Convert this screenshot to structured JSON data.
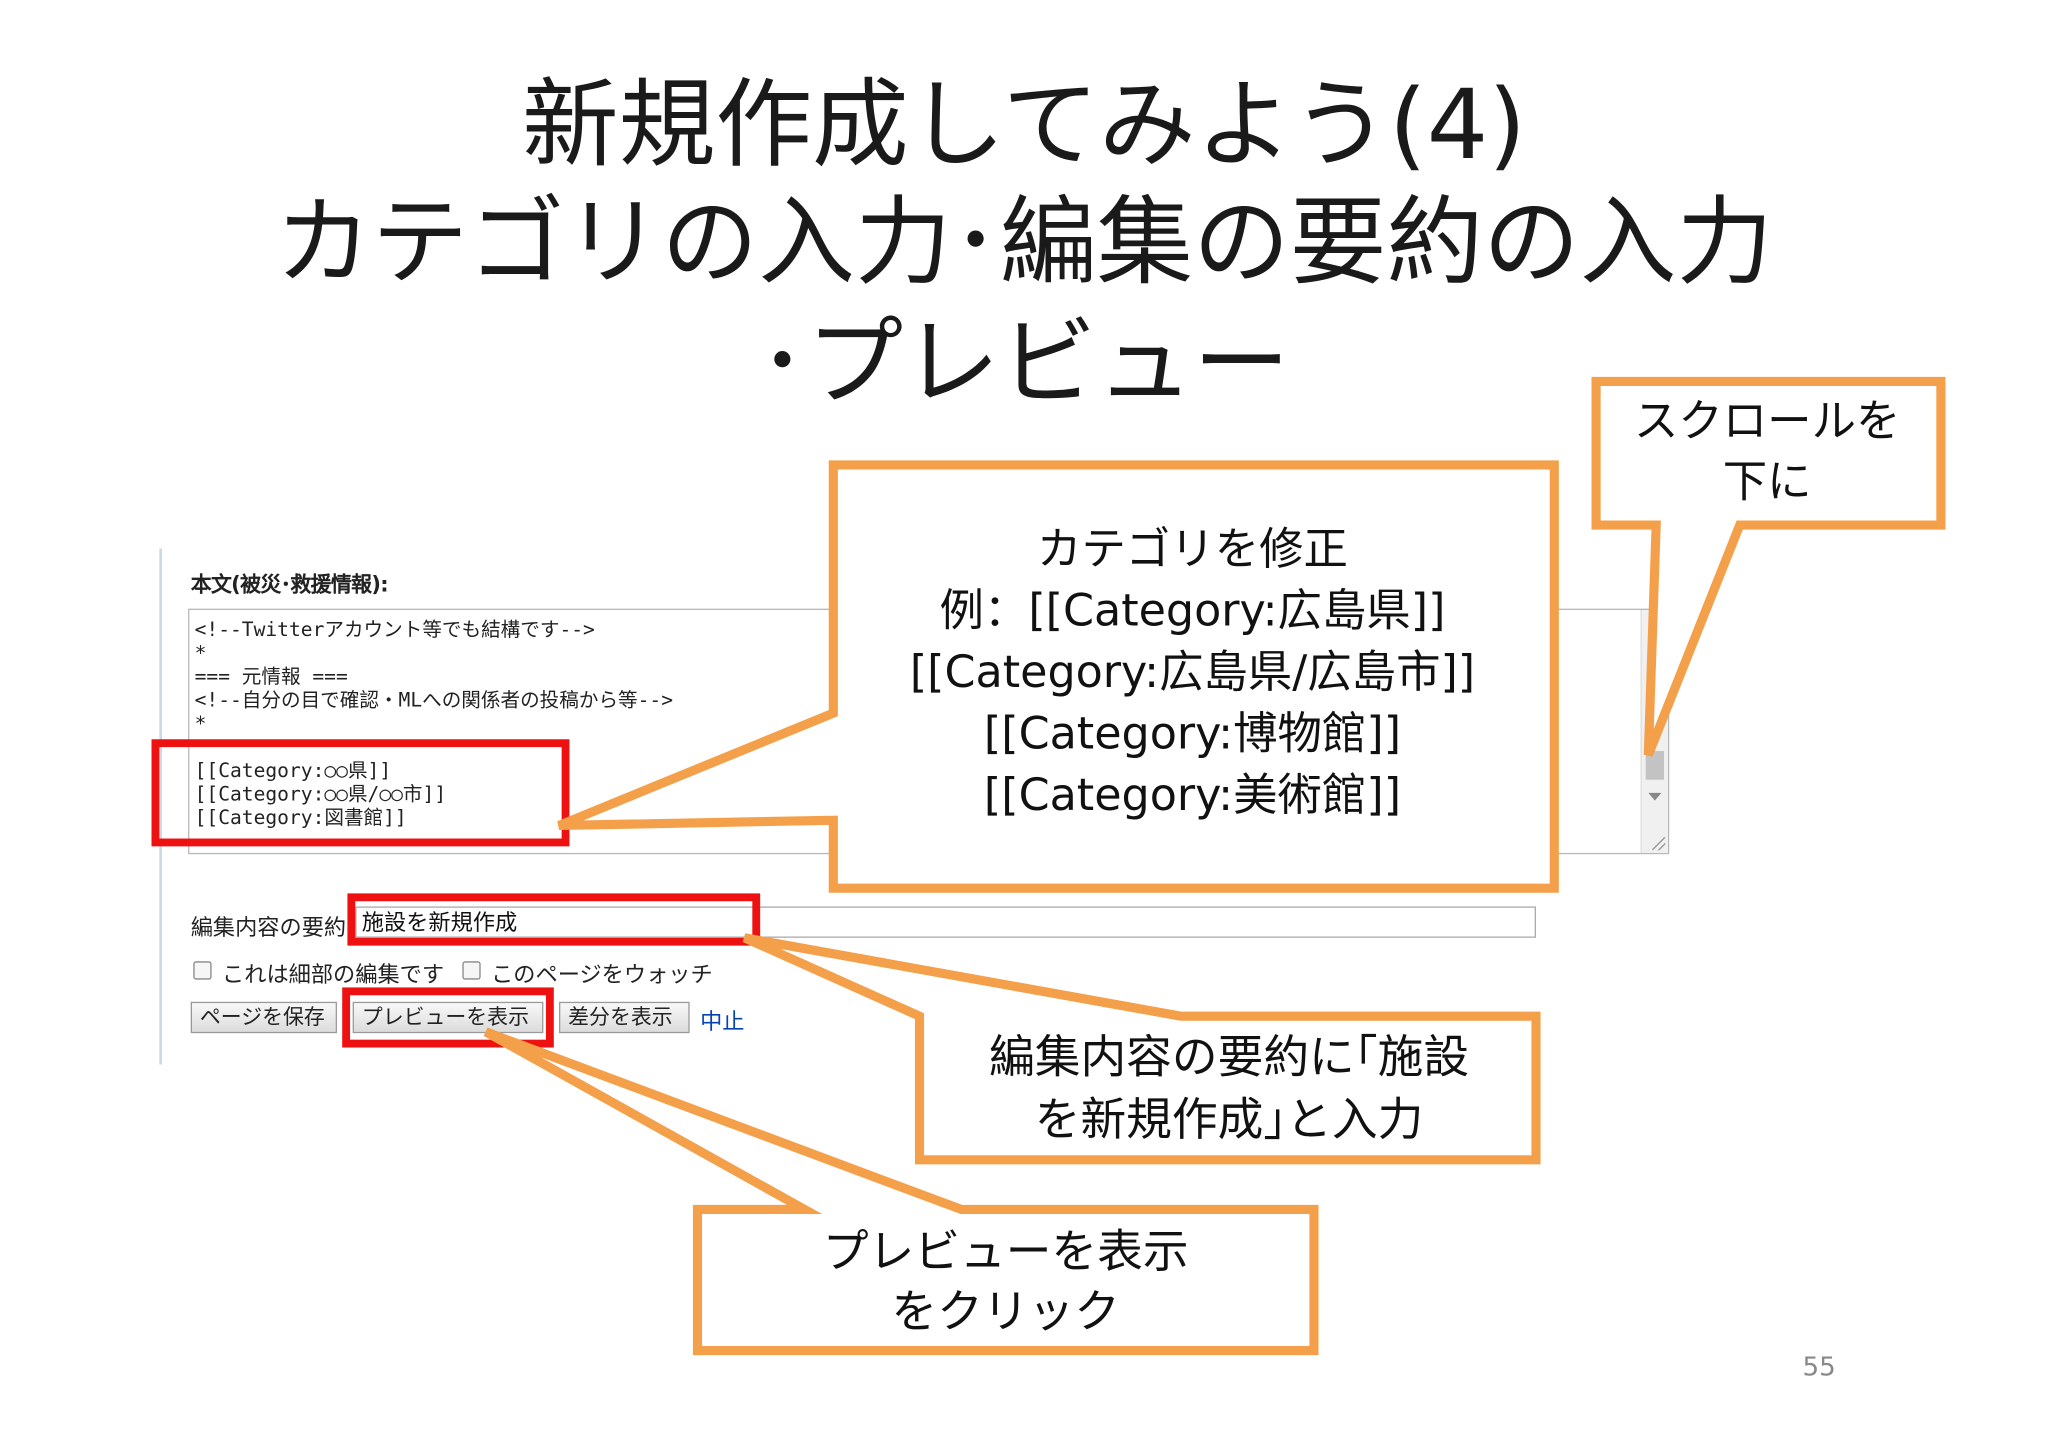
{
  "slide": {
    "title_line1": "新規作成してみよう(4)",
    "title_line2": "カテゴリの入力･編集の要約の入力",
    "title_line3": "･プレビュー",
    "page_number": "55"
  },
  "wiki_form": {
    "body_label": "本文(被災･救援情報):",
    "editor_lines": [
      "<!--Twitterアカウント等でも結構です-->",
      "*",
      "=== 元情報 ===",
      "<!--自分の目で確認・MLへの関係者の投稿から等-->",
      "*",
      "",
      "[[Category:○○県]]",
      "[[Category:○○県/○○市]]",
      "[[Category:図書館]]"
    ],
    "summary_label": "編集内容の要約",
    "summary_value": "施設を新規作成",
    "minor_edit_label": "これは細部の編集です",
    "watch_label": "このページをウォッチ",
    "save_button": "ページを保存",
    "preview_button": "プレビューを表示",
    "diff_button": "差分を表示",
    "cancel_link": "中止"
  },
  "callouts": {
    "scroll_line1": "スクロールを",
    "scroll_line2": "下に",
    "category_line1": "カテゴリを修正",
    "category_line2": "例：[[Category:広島県]]",
    "category_line3": "[[Category:広島県/広島市]]",
    "category_line4": "[[Category:博物館]]",
    "category_line5": "[[Category:美術館]]",
    "summary_line1": "編集内容の要約に｢施設",
    "summary_line2": "を新規作成｣と入力",
    "preview_line1": "プレビューを表示",
    "preview_line2": "をクリック"
  },
  "colors": {
    "callout_border": "#f4a04a",
    "highlight_border": "#ee1111",
    "link": "#0645ad"
  }
}
